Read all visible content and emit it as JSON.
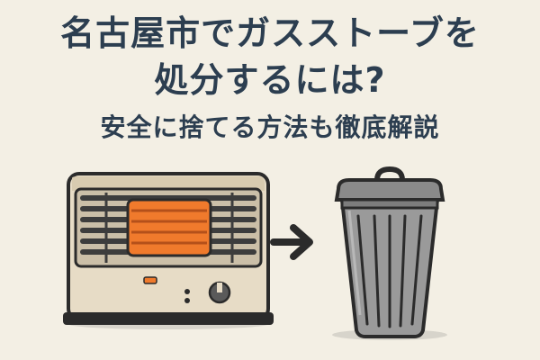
{
  "heading": {
    "line1": "名古屋市でガスストーブを",
    "line2": "処分するには?",
    "subtitle": "安全に捨てる方法も徹底解説"
  },
  "colors": {
    "background": "#f3efe4",
    "title_text": "#2c3e50",
    "heater_body": "#e7dcc6",
    "heater_flame": "#f07a2c",
    "arrow": "#2b2b2b",
    "trash_can": "#9a9a9a"
  },
  "icons": {
    "heater": "gas-heater-icon",
    "arrow": "right-arrow-icon",
    "trash": "trash-can-icon"
  }
}
